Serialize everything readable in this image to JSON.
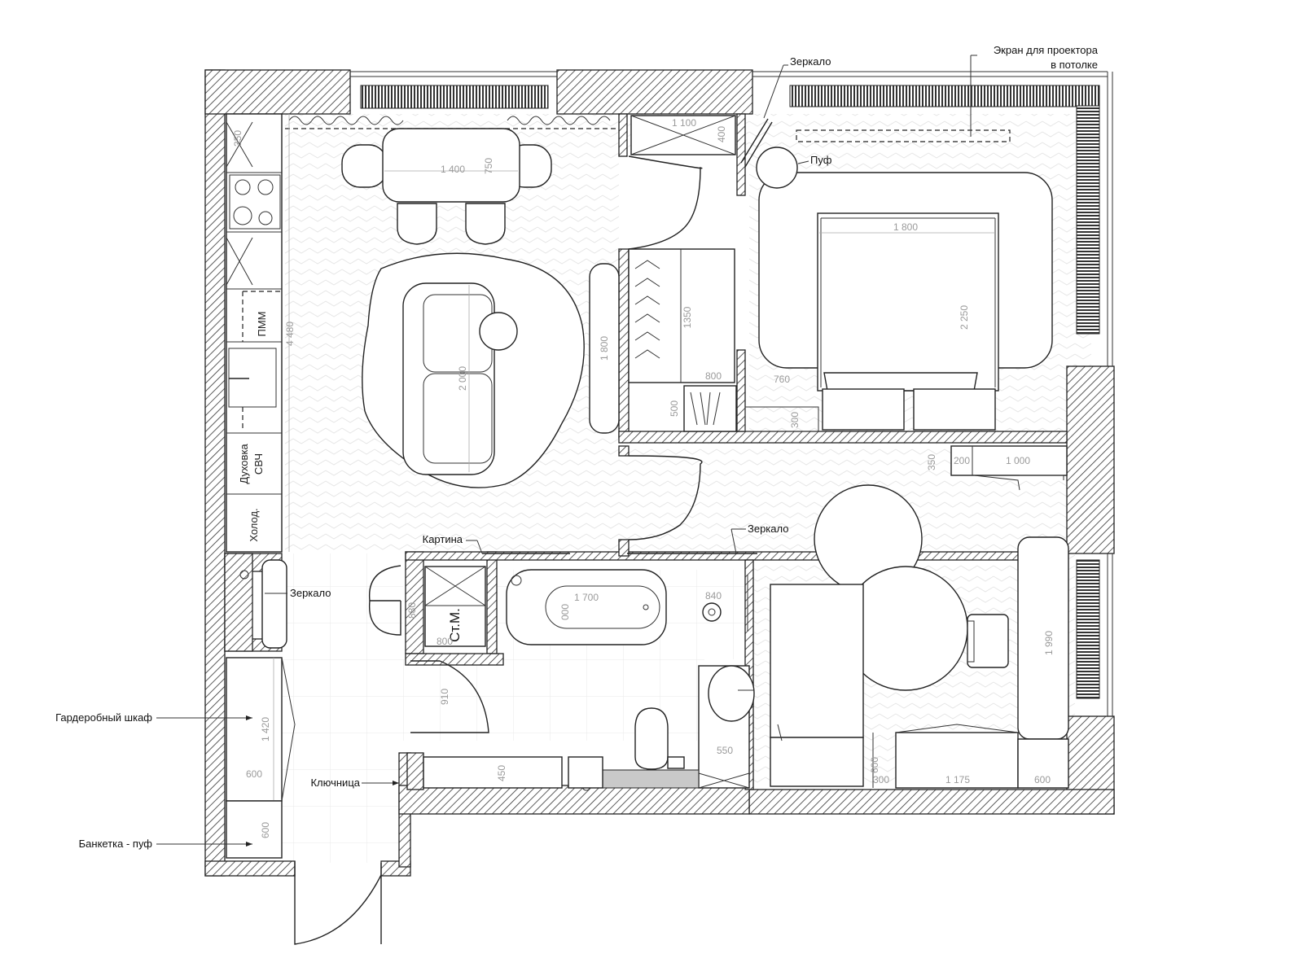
{
  "labels": {
    "mirror_top": "Зеркало",
    "projector_screen_l1": "Экран для проектора",
    "projector_screen_l2": "в потолке",
    "pouf": "Пуф",
    "painting": "Картина",
    "mirror_corridor": "Зеркало",
    "mirror_hall": "Зеркало",
    "wardrobe": "Гардеробный шкаф",
    "key_holder": "Ключница",
    "bench_pouf": "Банкетка - пуф"
  },
  "fixtures": {
    "dishwasher": "ПММ",
    "oven_l1": "Духовка",
    "oven_l2": "СВЧ",
    "fridge": "Холод.",
    "laundry": "Ст.М."
  },
  "dimensions": {
    "kitchen_cab_top": "350",
    "kitchen_length": "4 480",
    "table_length": "1 400",
    "table_width": "750",
    "sofa_length": "2 000",
    "wall_unit": "1 800",
    "wardrobe_depth": "1350",
    "wardrobe_width": "800",
    "wardrobe_low": "500",
    "mirror_unit_w": "1 100",
    "mirror_unit_d": "400",
    "bed_width": "1 800",
    "bed_length": "2 250",
    "nightstand_w": "760",
    "nightstand_d": "300",
    "shelf_200": "200",
    "shelf_1000": "1 000",
    "shelf_350": "350",
    "bath_length": "1 700",
    "bath_depth": "000",
    "sink_unit": "840",
    "laundry_w": "800",
    "laundry_d": "880",
    "vanity_w": "550",
    "corridor_door": "910",
    "bench_450": "450",
    "hall_wardrobe": "1 420",
    "hall_600a": "600",
    "hall_600b": "600",
    "desk_length": "1 990",
    "desk_600": "600",
    "cab_300": "300",
    "cab_1175": "1 175",
    "cab_600": "600"
  }
}
